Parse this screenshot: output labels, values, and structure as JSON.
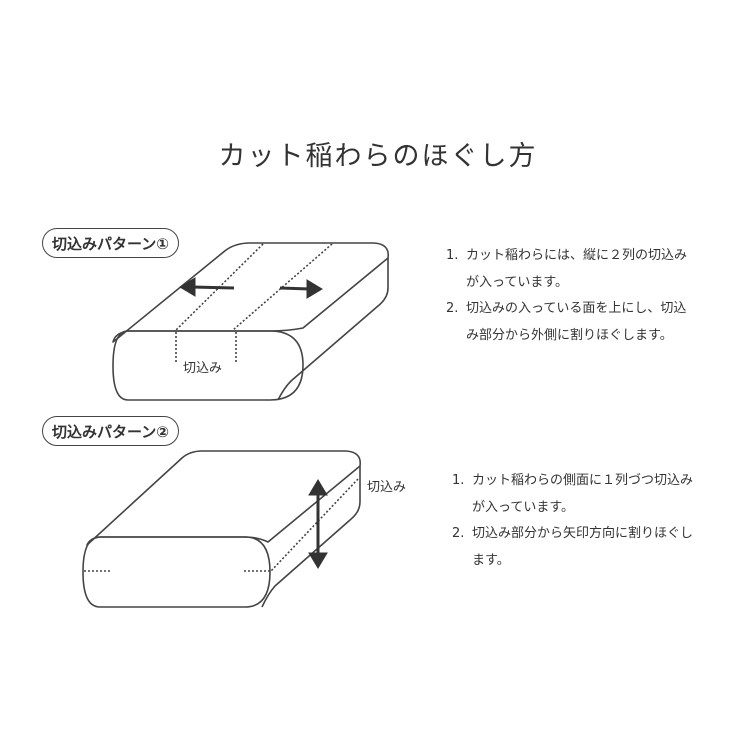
{
  "title": "カット稲わらのほぐし方",
  "pattern1": {
    "badge": "切込みパターン①",
    "cut_label": "切込み",
    "steps": [
      {
        "num": "1.",
        "line1": "カット稲わらには、縦に２列の切込み",
        "line2": "が入っています。"
      },
      {
        "num": "2.",
        "line1": "切込みの入っている面を上にし、切込",
        "line2": "み部分から外側に割りほぐします。"
      }
    ]
  },
  "pattern2": {
    "badge": "切込みパターン②",
    "cut_label": "切込み",
    "steps": [
      {
        "num": "1.",
        "line1": "カット稲わらの側面に１列づつ切込み",
        "line2": "が入っています。"
      },
      {
        "num": "2.",
        "line1": "切込み部分から矢印方向に割りほぐし",
        "line2": "ます。"
      }
    ]
  }
}
